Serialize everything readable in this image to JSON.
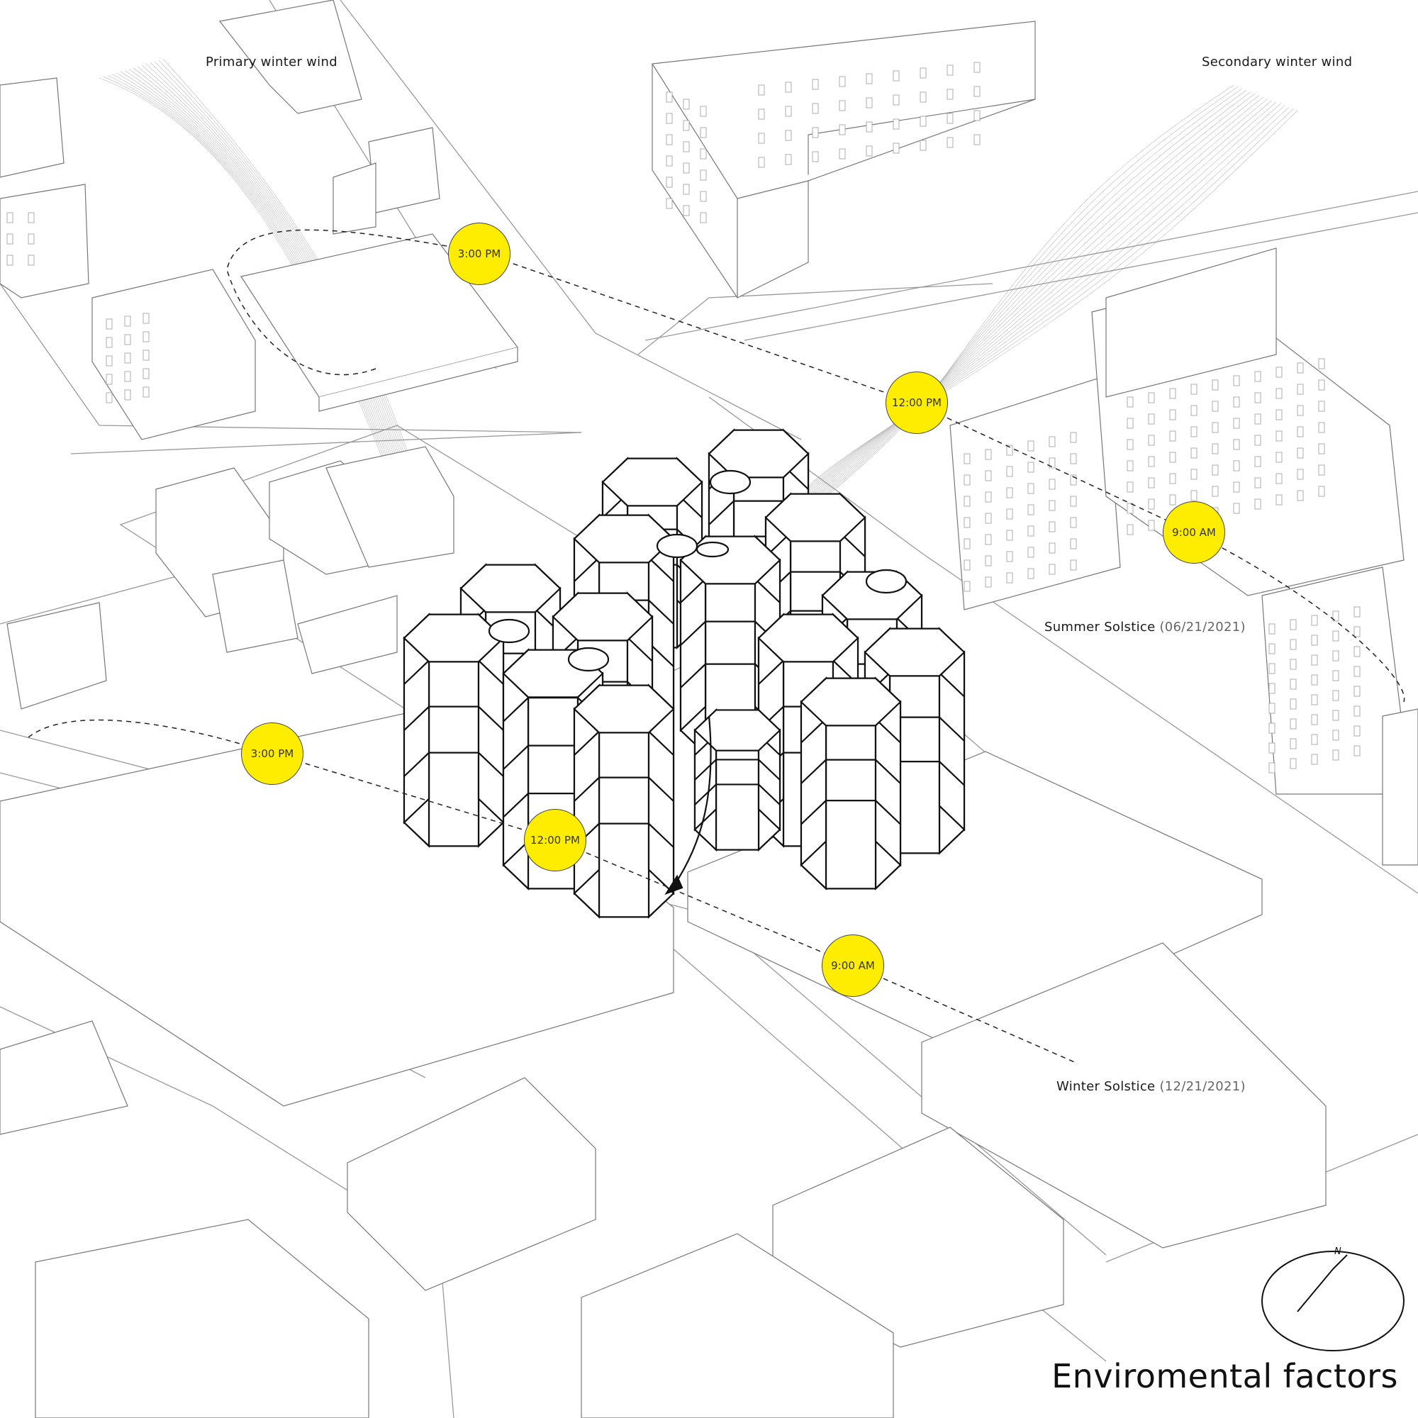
{
  "title": "Enviromental factors",
  "north_label": "N",
  "wind": {
    "primary": "Primary winter wind",
    "secondary": "Secondary winter wind"
  },
  "solstice": {
    "summer": {
      "name": "Summer Solstice",
      "date": "(06/21/2021)",
      "times": [
        "3:00 PM",
        "12:00 PM",
        "9:00 AM"
      ]
    },
    "winter": {
      "name": "Winter Solstice",
      "date": "(12/21/2021)",
      "times": [
        "3:00 PM",
        "12:00 PM",
        "9:00 AM"
      ]
    }
  },
  "colors": {
    "sun_marker": "#ffed00",
    "linework": "#888888",
    "path": "#222222"
  }
}
